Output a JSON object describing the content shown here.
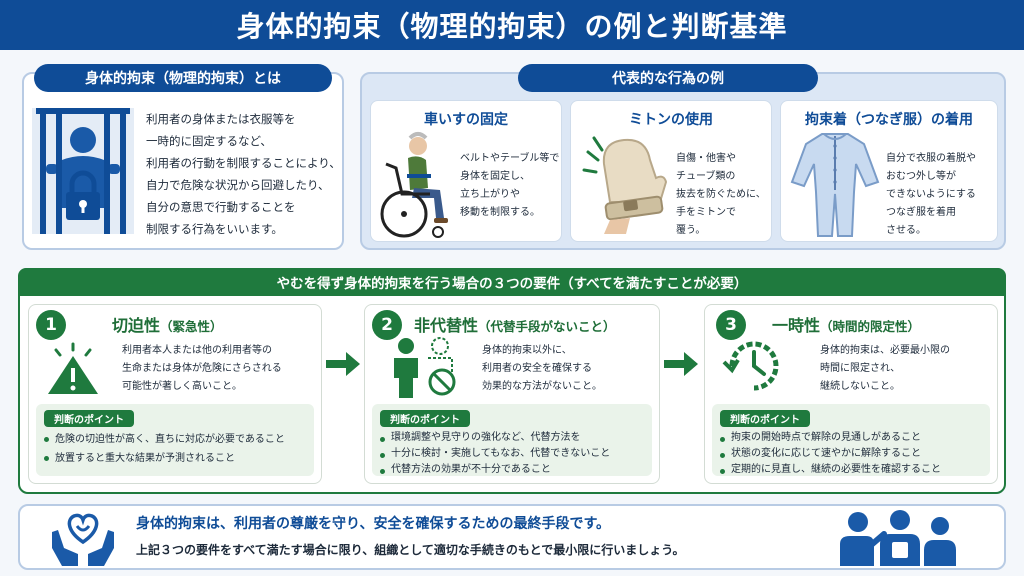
{
  "title": "身体的拘束（物理的拘束）の例と判断基準",
  "definition": {
    "heading": "身体的拘束（物理的拘束）とは",
    "lines": [
      "利用者の身体または衣服等を",
      "一時的に固定するなど、",
      "利用者の行動を制限することにより、",
      "自力で危険な状況から回避したり、",
      "自分の意思で行動することを",
      "制限する行為をいいます。"
    ]
  },
  "examples": {
    "heading": "代表的な行為の例",
    "items": [
      {
        "title": "車いすの固定",
        "lines": [
          "ベルトやテーブル等で",
          "身体を固定し、",
          "立ち上がりや",
          "移動を制限する。"
        ]
      },
      {
        "title": "ミトンの使用",
        "lines": [
          "自傷・他害や",
          "チューブ類の",
          "抜去を防ぐために、",
          "手をミトンで",
          "覆う。"
        ]
      },
      {
        "title": "拘束着（つなぎ服）の着用",
        "lines": [
          "自分で衣服の着脱や",
          "おむつ外し等が",
          "できないようにする",
          "つなぎ服を着用",
          "させる。"
        ]
      }
    ]
  },
  "requirements": {
    "heading": "やむを得ず身体的拘束を行う場合の３つの要件（すべてを満たすことが必要）",
    "point_label": "判断のポイント",
    "items": [
      {
        "number": "1",
        "title": "切迫性",
        "subtitle": "（緊急性）",
        "lines": [
          "利用者本人または他の利用者等の",
          "生命または身体が危険にさらされる",
          "可能性が著しく高いこと。"
        ],
        "points": [
          "危険の切迫性が高く、直ちに対応が必要であること",
          "放置すると重大な結果が予測されること"
        ]
      },
      {
        "number": "2",
        "title": "非代替性",
        "subtitle": "（代替手段がないこと）",
        "lines": [
          "身体的拘束以外に、",
          "利用者の安全を確保する",
          "効果的な方法がないこと。"
        ],
        "points": [
          "環境調整や見守りの強化など、代替方法を",
          "十分に検討・実施してもなお、代替できないこと",
          "代替方法の効果が不十分であること"
        ]
      },
      {
        "number": "3",
        "title": "一時性",
        "subtitle": "（時間的限定性）",
        "lines": [
          "身体的拘束は、必要最小限の",
          "時間に限定され、",
          "継続しないこと。"
        ],
        "points": [
          "拘束の開始時点で解除の見通しがあること",
          "状態の変化に応じて速やかに解除すること",
          "定期的に見直し、継続の必要性を確認すること"
        ]
      }
    ]
  },
  "footer": {
    "line1": "身体的拘束は、利用者の尊厳を守り、安全を確保するための最終手段です。",
    "line2": "上記３つの要件をすべて満たす場合に限り、組織として適切な手続きのもとで最小限に行いましょう。"
  },
  "colors": {
    "navy": "#0f4c97",
    "green": "#1f7a3e",
    "light_blue": "#dce7f5"
  },
  "icons": [
    "restraint-bars-icon",
    "wheelchair-icon",
    "mitten-icon",
    "coverall-icon",
    "warning-icon",
    "person-alternative-icon",
    "clock-icon",
    "heart-hands-icon",
    "staff-team-icon"
  ]
}
